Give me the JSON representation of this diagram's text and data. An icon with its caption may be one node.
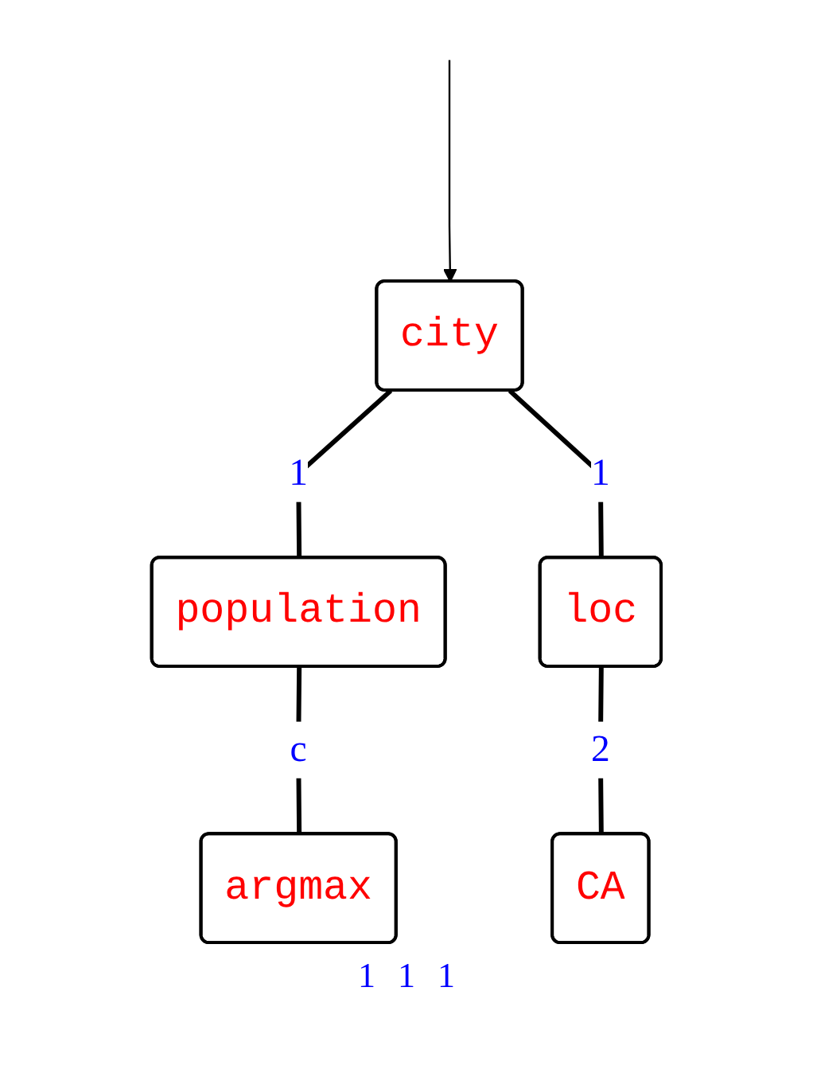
{
  "diagram": {
    "nodes": [
      {
        "text": [
          "city"
        ]
      },
      {
        "text": [
          "population"
        ]
      },
      {
        "text": [
          "loc"
        ]
      },
      {
        "text": [
          "argmax"
        ]
      },
      {
        "text": [
          "CA"
        ]
      }
    ],
    "edges": [
      {
        "from": null,
        "to": 0,
        "arrow": "to"
      },
      {
        "from": 0,
        "to": 1,
        "arrow": "none",
        "label": "1"
      },
      {
        "from": 0,
        "to": 2,
        "arrow": "none",
        "label": "1"
      },
      {
        "from": 1,
        "to": 3,
        "arrow": "none",
        "label": "c"
      },
      {
        "from": 2,
        "to": 4,
        "arrow": "none",
        "label": "2"
      }
    ],
    "labels": [
      "1",
      "1",
      "1"
    ]
  }
}
